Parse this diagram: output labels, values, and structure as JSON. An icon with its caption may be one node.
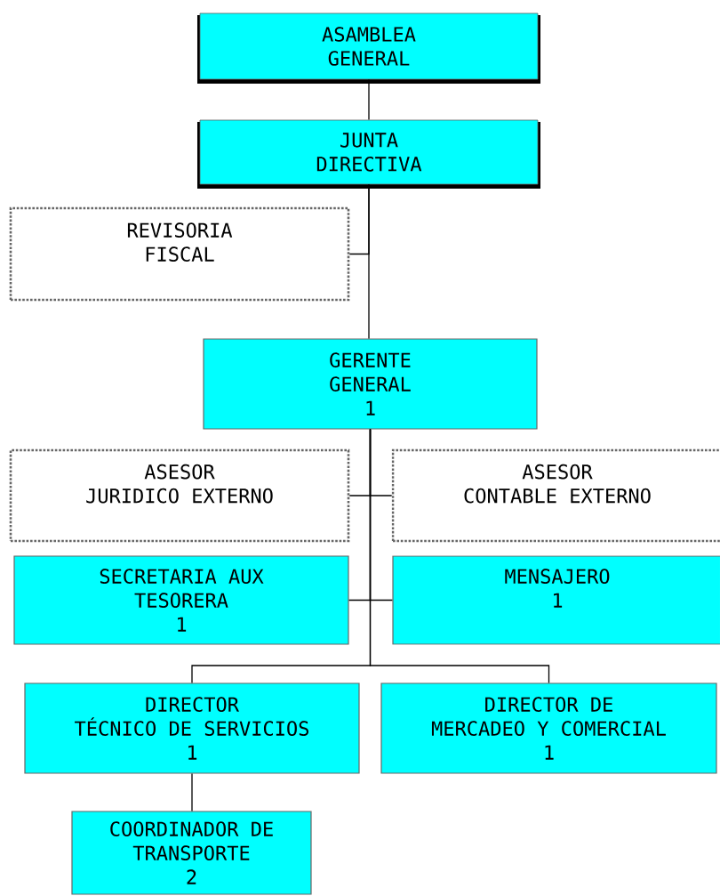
{
  "diagram": {
    "nodes": [
      {
        "text": [
          "ASAMBLEA",
          "GENERAL"
        ]
      },
      {
        "text": [
          "JUNTA",
          "DIRECTIVA"
        ]
      },
      {
        "text": [
          "REVISORIA",
          "FISCAL"
        ]
      },
      {
        "text": [
          "GERENTE",
          "GENERAL",
          "1"
        ]
      },
      {
        "text": [
          "ASESOR",
          "JURIDICO EXTERNO"
        ]
      },
      {
        "text": [
          "ASESOR",
          "CONTABLE EXTERNO"
        ]
      },
      {
        "text": [
          "SECRETARIA AUX",
          "TESORERA",
          "1"
        ]
      },
      {
        "text": [
          "MENSAJERO",
          "1"
        ]
      },
      {
        "text": [
          "DIRECTOR",
          "TÉCNICO DE SERVICIOS",
          "1"
        ]
      },
      {
        "text": [
          "DIRECTOR DE",
          "MERCADEO Y COMERCIAL",
          "1"
        ]
      },
      {
        "text": [
          "COORDINADOR DE",
          "TRANSPORTE",
          "2"
        ]
      }
    ],
    "edges": [
      {
        "from": 0,
        "to": 1,
        "arrow": "none"
      },
      {
        "from": 1,
        "to": 3,
        "arrow": "none"
      },
      {
        "from": 1,
        "to": 2,
        "arrow": "none"
      },
      {
        "from": 3,
        "to": 4,
        "arrow": "none"
      },
      {
        "from": 3,
        "to": 5,
        "arrow": "none"
      },
      {
        "from": 3,
        "to": 6,
        "arrow": "none"
      },
      {
        "from": 3,
        "to": 7,
        "arrow": "none"
      },
      {
        "from": 3,
        "to": 8,
        "arrow": "none"
      },
      {
        "from": 3,
        "to": 9,
        "arrow": "none"
      },
      {
        "from": 8,
        "to": 10,
        "arrow": "none"
      }
    ]
  }
}
